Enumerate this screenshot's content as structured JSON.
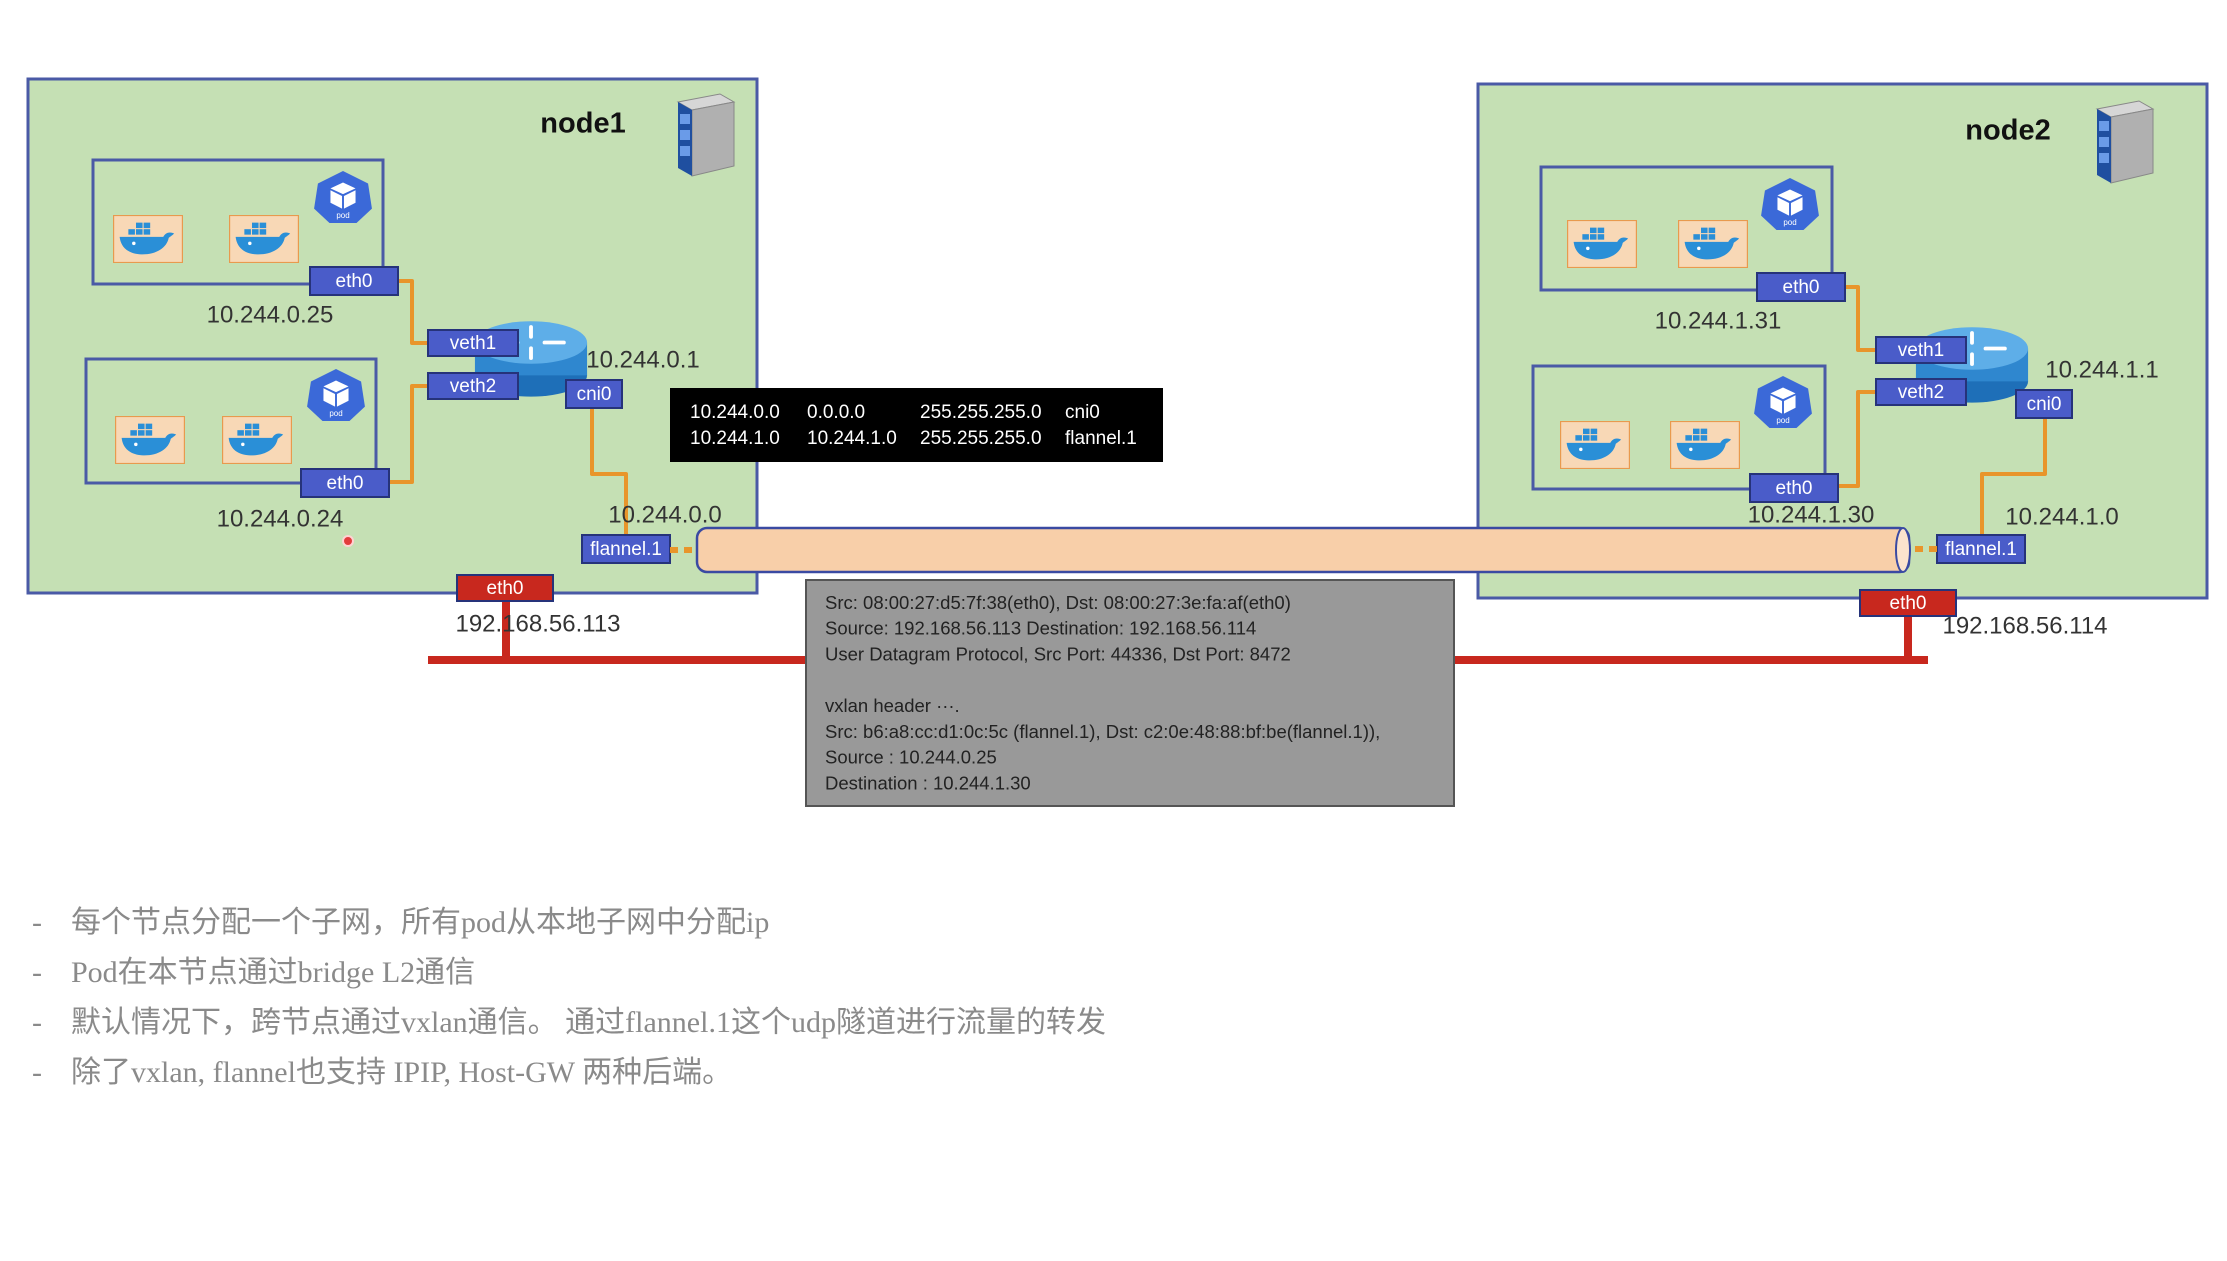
{
  "nodes": [
    {
      "title": "node1",
      "pod_ips": [
        "10.244.0.25",
        "10.244.0.24"
      ],
      "cni_ip": "10.244.0.1",
      "flannel_ip": "10.244.0.0",
      "host_ip": "192.168.56.113"
    },
    {
      "title": "node2",
      "pod_ips": [
        "10.244.1.31",
        "10.244.1.30"
      ],
      "cni_ip": "10.244.1.1",
      "flannel_ip": "10.244.1.0",
      "host_ip": "192.168.56.114"
    }
  ],
  "interfaces": {
    "eth0": "eth0",
    "veth1": "veth1",
    "veth2": "veth2",
    "cni0": "cni0",
    "flannel": "flannel.1"
  },
  "pod_badge": "pod",
  "route_table": [
    [
      "10.244.0.0",
      "0.0.0.0",
      "255.255.255.0",
      "cni0"
    ],
    [
      "10.244.1.0",
      "10.244.1.0",
      "255.255.255.0",
      "flannel.1"
    ]
  ],
  "packet": {
    "lines": [
      "Src: 08:00:27:d5:7f:38(eth0), Dst: 08:00:27:3e:fa:af(eth0)",
      "Source: 192.168.56.113  Destination: 192.168.56.114",
      "User Datagram Protocol, Src Port: 44336, Dst Port: 8472",
      "",
      "vxlan header ···.",
      "Src: b6:a8:cc:d1:0c:5c (flannel.1),  Dst: c2:0e:48:88:bf:be(flannel.1)),",
      "Source : 10.244.0.25",
      "Destination : 10.244.1.30"
    ]
  },
  "bullets": [
    "每个节点分配一个子网，所有pod从本地子网中分配ip",
    "Pod在本节点通过bridge  L2通信",
    "默认情况下，跨节点通过vxlan通信。 通过flannel.1这个udp隧道进行流量的转发",
    "除了vxlan, flannel也支持 IPIP, Host-GW 两种后端。"
  ],
  "colors": {
    "node_fill": "#c5e0b4",
    "node_border": "#4a5aa6",
    "iface_fill": "#4a5cc9",
    "eth_red": "#c8281e",
    "orange": "#e8952b",
    "tunnel_fill": "#f8cfa9",
    "packet_fill": "#999999",
    "table_fill": "#000000",
    "bullet_text": "#8a8a8a",
    "text": "#333333"
  }
}
